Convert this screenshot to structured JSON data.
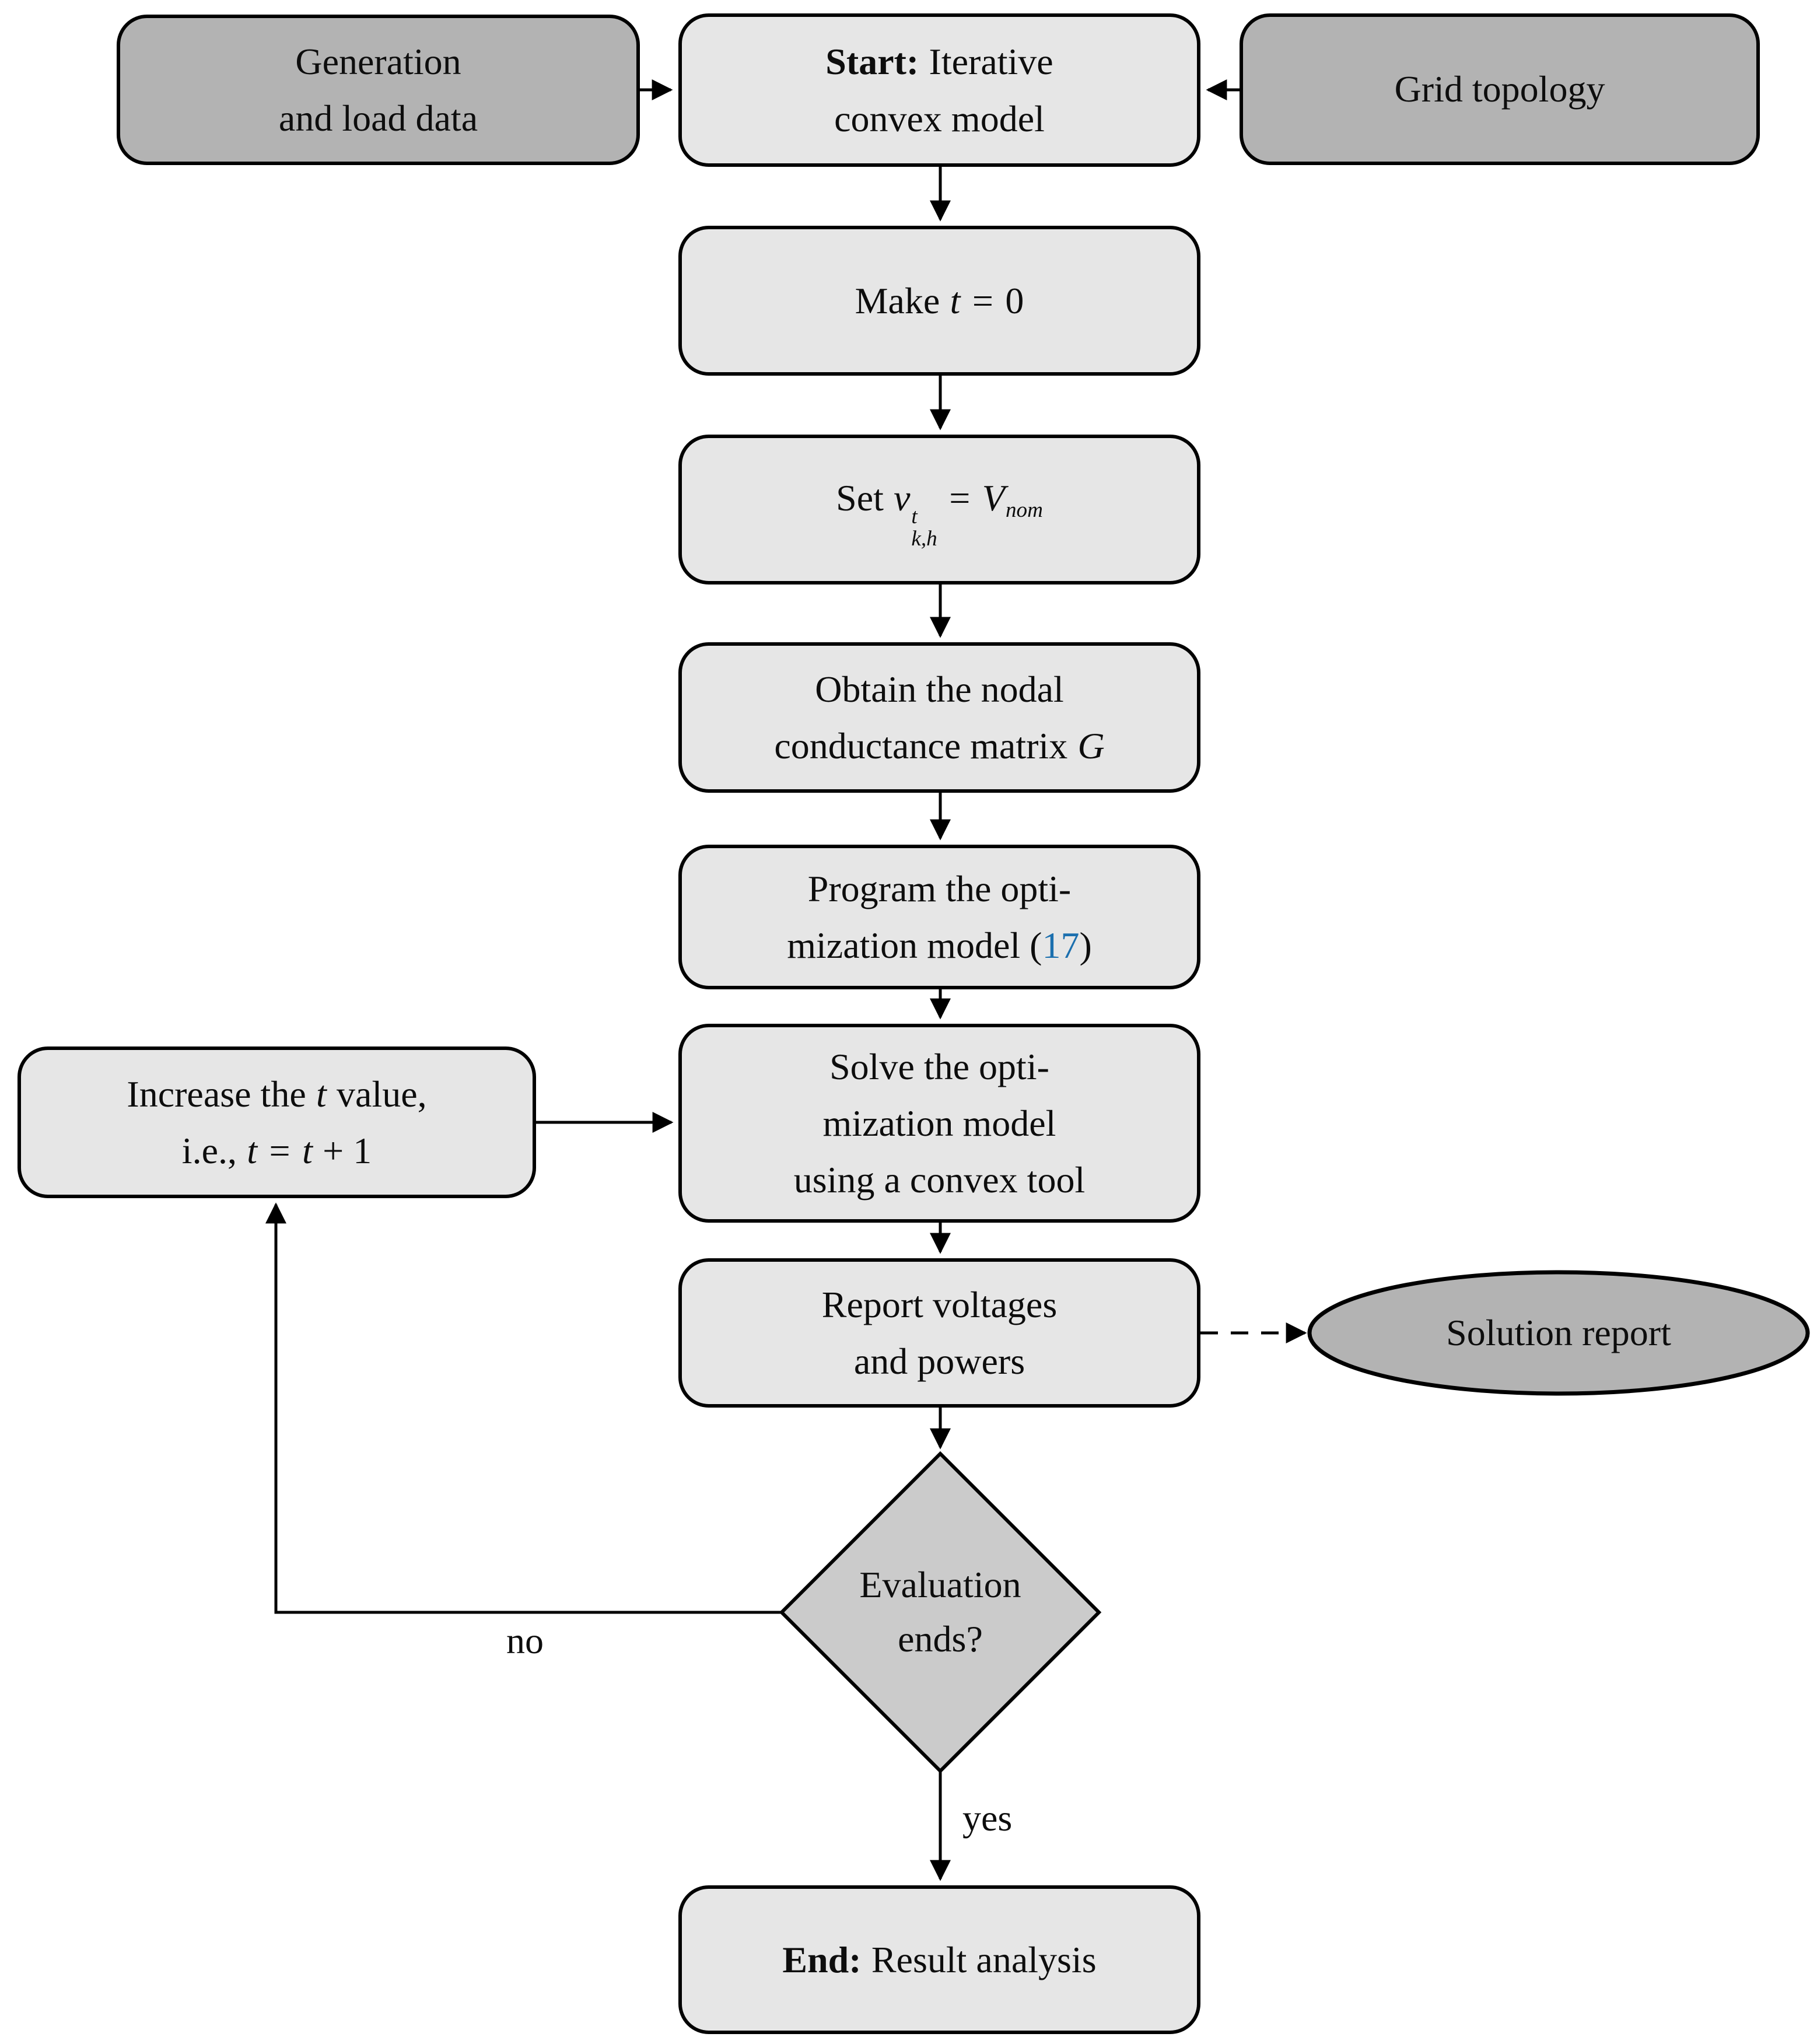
{
  "colors": {
    "light_fill": "#e6e6e6",
    "dark_fill": "#b3b3b3",
    "diamond_fill": "#cbcbcb",
    "stroke": "#000000",
    "reference_blue": "#1b6fae"
  },
  "nodes": {
    "generation": {
      "line1": "Generation",
      "line2": "and load data"
    },
    "start": {
      "bold": "Start:",
      "line1_rest": "Iterative",
      "line2": "convex model"
    },
    "grid": {
      "label": "Grid topology"
    },
    "make": {
      "prefix": "Make",
      "var": "t",
      "eq": "=",
      "zero": "0"
    },
    "set": {
      "prefix": "Set",
      "var": "v",
      "sup": "t",
      "sub": "k,h",
      "eq": "=",
      "val": "V",
      "val_sub": "nom"
    },
    "obtain": {
      "line1": "Obtain the nodal",
      "line2": "conductance matrix",
      "var": "G"
    },
    "program": {
      "line1": "Program the opti-",
      "line2_prefix": "mization model (",
      "ref": "17",
      "line2_suffix": ")"
    },
    "solve": {
      "line1": "Solve the opti-",
      "line2": "mization model",
      "line3": "using a convex tool"
    },
    "report": {
      "line1": "Report voltages",
      "line2": "and powers"
    },
    "solution": {
      "label": "Solution report"
    },
    "decision": {
      "line1": "Evaluation",
      "line2": "ends?"
    },
    "increase": {
      "l1a": "Increase the",
      "var": "t",
      "l1b": "value,",
      "l2a": "i.e.,",
      "eq": "=",
      "l2b": "+ 1"
    },
    "end": {
      "bold": "End:",
      "rest": "Result analysis"
    }
  },
  "edge_labels": {
    "no": "no",
    "yes": "yes"
  }
}
